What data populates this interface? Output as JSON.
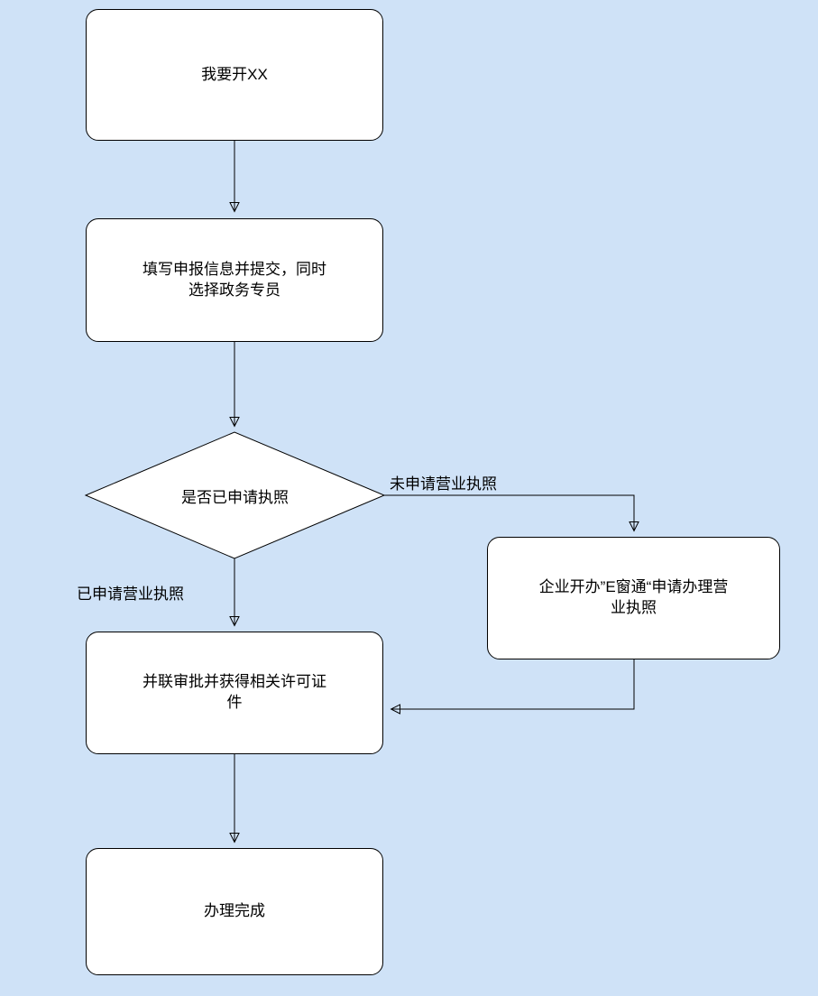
{
  "diagram": {
    "title": "business-opening-flowchart",
    "background_color": "#cfe2f7",
    "node_fill": "#ffffff",
    "stroke_color": "#000000",
    "nodes": {
      "start": {
        "label": "我要开XX"
      },
      "fill_info": {
        "label": "填写申报信息并提交，同时选择政务专员"
      },
      "decision": {
        "label": "是否已申请执照"
      },
      "ewindow": {
        "label": "企业开办”E窗通“申请办理营业执照"
      },
      "approval": {
        "label": "并联审批并获得相关许可证件"
      },
      "done": {
        "label": "办理完成"
      }
    },
    "edges": {
      "no_license": {
        "label": "未申请营业执照"
      },
      "has_license": {
        "label": "已申请营业执照"
      }
    }
  }
}
